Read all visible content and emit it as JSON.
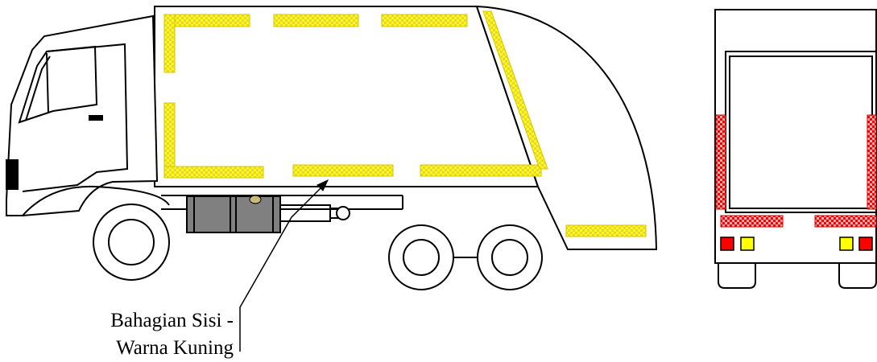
{
  "callout": {
    "line1": "Bahagian Sisi -",
    "line2": "Warna Kuning"
  },
  "colors": {
    "outline": "#000000",
    "reflective_yellow": "#ffff00",
    "reflective_yellow_check": "#e6d24a",
    "reflective_red": "#ff0000",
    "reflective_red_check": "#ffb0b0",
    "lamp_red": "#ff0000",
    "lamp_amber": "#ffff00",
    "fuel_tank_fill": "#808080",
    "bumper_fill": "#000000"
  },
  "views": [
    {
      "name": "side-view"
    },
    {
      "name": "rear-view"
    }
  ]
}
